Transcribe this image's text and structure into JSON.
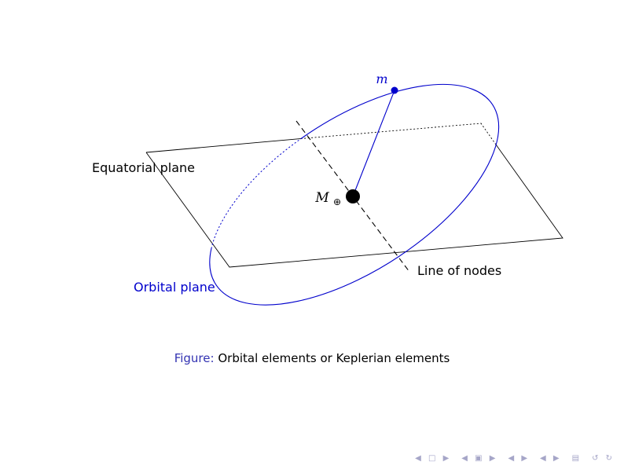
{
  "diagram": {
    "labels": {
      "equatorial_plane": "Equatorial plane",
      "orbital_plane": "Orbital plane",
      "line_of_nodes": "Line of nodes",
      "satellite_mass": "m",
      "central_mass": "M",
      "central_mass_subscript": "⊕"
    },
    "colors": {
      "orbit_blue": "#0000cc",
      "plane_black": "#000000",
      "caption_label_blue": "#3333b2",
      "nav_symbols_gray": "#a6a6c8"
    }
  },
  "caption": {
    "label": "Figure:",
    "text": "Orbital elements or Keplerian elements"
  },
  "navigation": {
    "groups": [
      "◀ □ ▶",
      "◀ ▣ ▶",
      "◀ ▶",
      "◀ ▶",
      "▤",
      "↺ ↻"
    ]
  }
}
